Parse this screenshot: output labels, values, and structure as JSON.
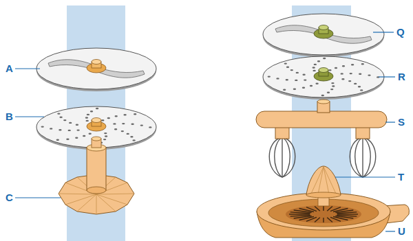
{
  "diagram": {
    "labels": [
      "A",
      "B",
      "C",
      "Q",
      "R",
      "S",
      "T",
      "U"
    ]
  }
}
